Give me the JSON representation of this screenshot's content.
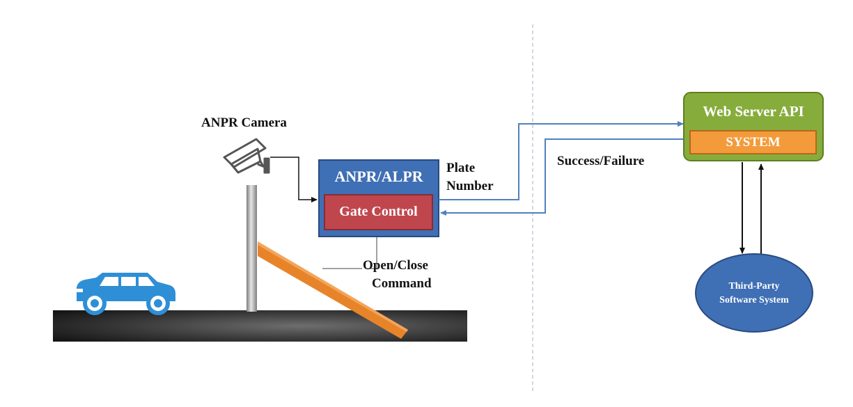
{
  "labels": {
    "camera": "ANPR Camera",
    "alpr_box": "ANPR/ALPR",
    "gate_control": "Gate Control",
    "plate_line1": "Plate",
    "plate_line2": "Number",
    "success_failure": "Success/Failure",
    "open_close_line1": "Open/Close",
    "open_close_line2": "Command",
    "web_server": "Web Server API",
    "system": "SYSTEM",
    "third_party_line1": "Third-Party",
    "third_party_line2": "Software System"
  },
  "colors": {
    "alpr_box": "#3f6fb4",
    "gate_control": "#c0464e",
    "web_server": "#86ad3c",
    "system": "#f39a3a",
    "third_party": "#3f6fb4",
    "arrow": "#4f81bd",
    "barrier": "#e7842a",
    "car": "#2f8fd6",
    "road": "#2a2a2a"
  },
  "icons": [
    "camera-icon",
    "car-icon",
    "gate-barrier-icon",
    "road-surface",
    "gate-post"
  ]
}
